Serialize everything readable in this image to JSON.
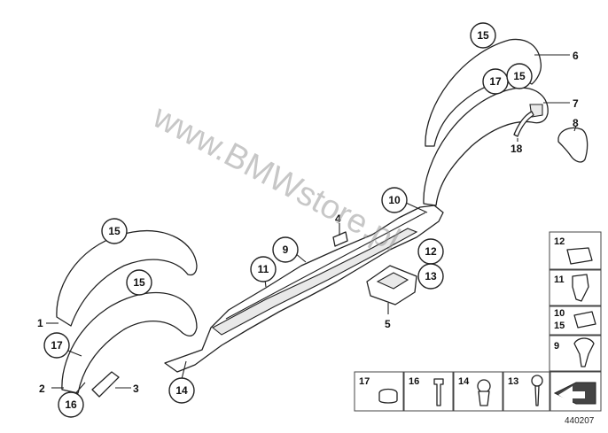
{
  "diagram": {
    "watermark": "www.BMWstore.pl",
    "reference_number": "440207",
    "callouts": {
      "c15_top": "15",
      "c6": "6",
      "c17_top": "17",
      "c15_mid_top": "15",
      "c7": "7",
      "c8": "8",
      "c18": "18",
      "c10": "10",
      "c4": "4",
      "c9": "9",
      "c11": "11",
      "c12": "12",
      "c13": "13",
      "c5": "5",
      "c15_left_top": "15",
      "c15_left_mid": "15",
      "c1": "1",
      "c17_left": "17",
      "c2": "2",
      "c16": "16",
      "c3": "3",
      "c14": "14"
    },
    "legend_right": [
      "12",
      "11",
      "10",
      "15",
      "9"
    ],
    "legend_bottom": [
      "17",
      "16",
      "14",
      "13"
    ]
  }
}
